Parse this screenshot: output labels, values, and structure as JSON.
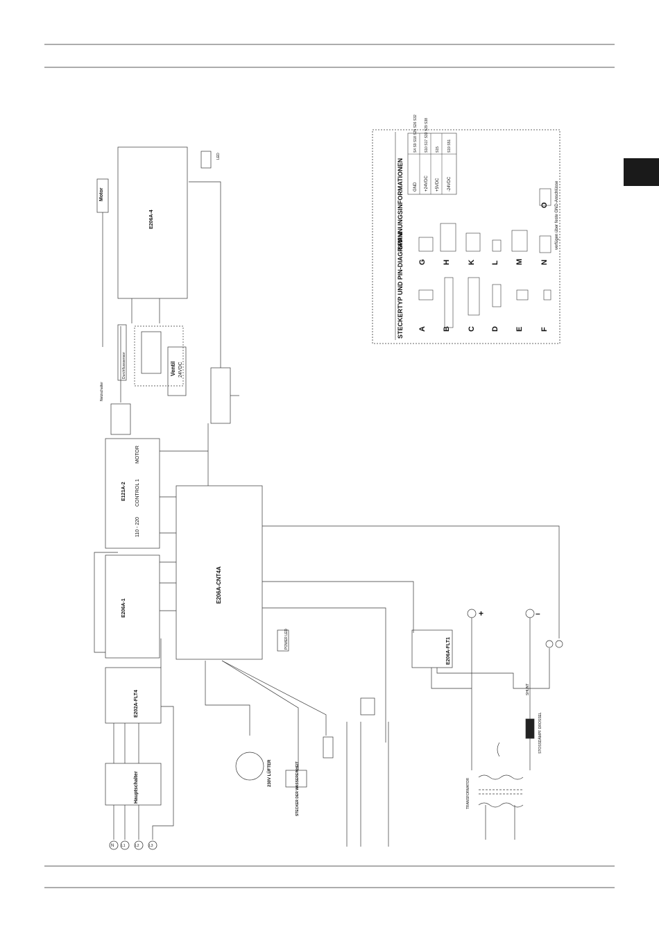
{
  "sidebar": {
    "tab_color": "#1a1a1a"
  },
  "legend": {
    "title_types": "STECKERTYP UND PIN-DIAGRAMM",
    "title_voltage": "SPANNUNGSINFORMATIONEN",
    "letters": [
      "A",
      "B",
      "C",
      "D",
      "E",
      "F",
      "G",
      "H",
      "K",
      "L",
      "M",
      "N",
      "O"
    ],
    "voltage_rows": [
      {
        "label": "GND",
        "pins": "S4  S9  S18  S25  S26  S32"
      },
      {
        "label": "+24VDC",
        "pins": "S10  S17  S33  S29  S38"
      },
      {
        "label": "+5VDC",
        "pins": "S15"
      },
      {
        "label": "-24VDC",
        "pins": "S19  S51"
      }
    ],
    "note": "verfügen über feste GND-Anschlüsse"
  },
  "boards": {
    "e206a4": "E206A-4",
    "e121a2": "E121A-2",
    "e206a1": "E206A-1",
    "e202aflt4": "E202A-FLT4",
    "e206acnt4a": "E206A-CNT4A",
    "e206aflt1": "E206A-FLT1"
  },
  "components": {
    "motor": "Motor",
    "led": "LED",
    "durchfluss": "Durchflusssensor",
    "ventil": "Ventil",
    "ventil_v": "24VDC",
    "netzschalter": "Netzschalter",
    "hauptschalter": "Hauptschalter",
    "luefter": "230V LÜFTER",
    "stecker": "STECKER DER WASSEREINHEIT",
    "powerled": "POWER LED",
    "motorbox": "MOTOR",
    "control": "CONTROL 1",
    "voltsel": "110 - 220",
    "shunt": "SHUNT",
    "drossel": "STOSSDÄMPF DROSSEL",
    "trafo": "TRANSFORMATOR",
    "plus": "+",
    "minus": "–",
    "lines": [
      "N",
      "L1",
      "L2",
      "L3"
    ]
  }
}
